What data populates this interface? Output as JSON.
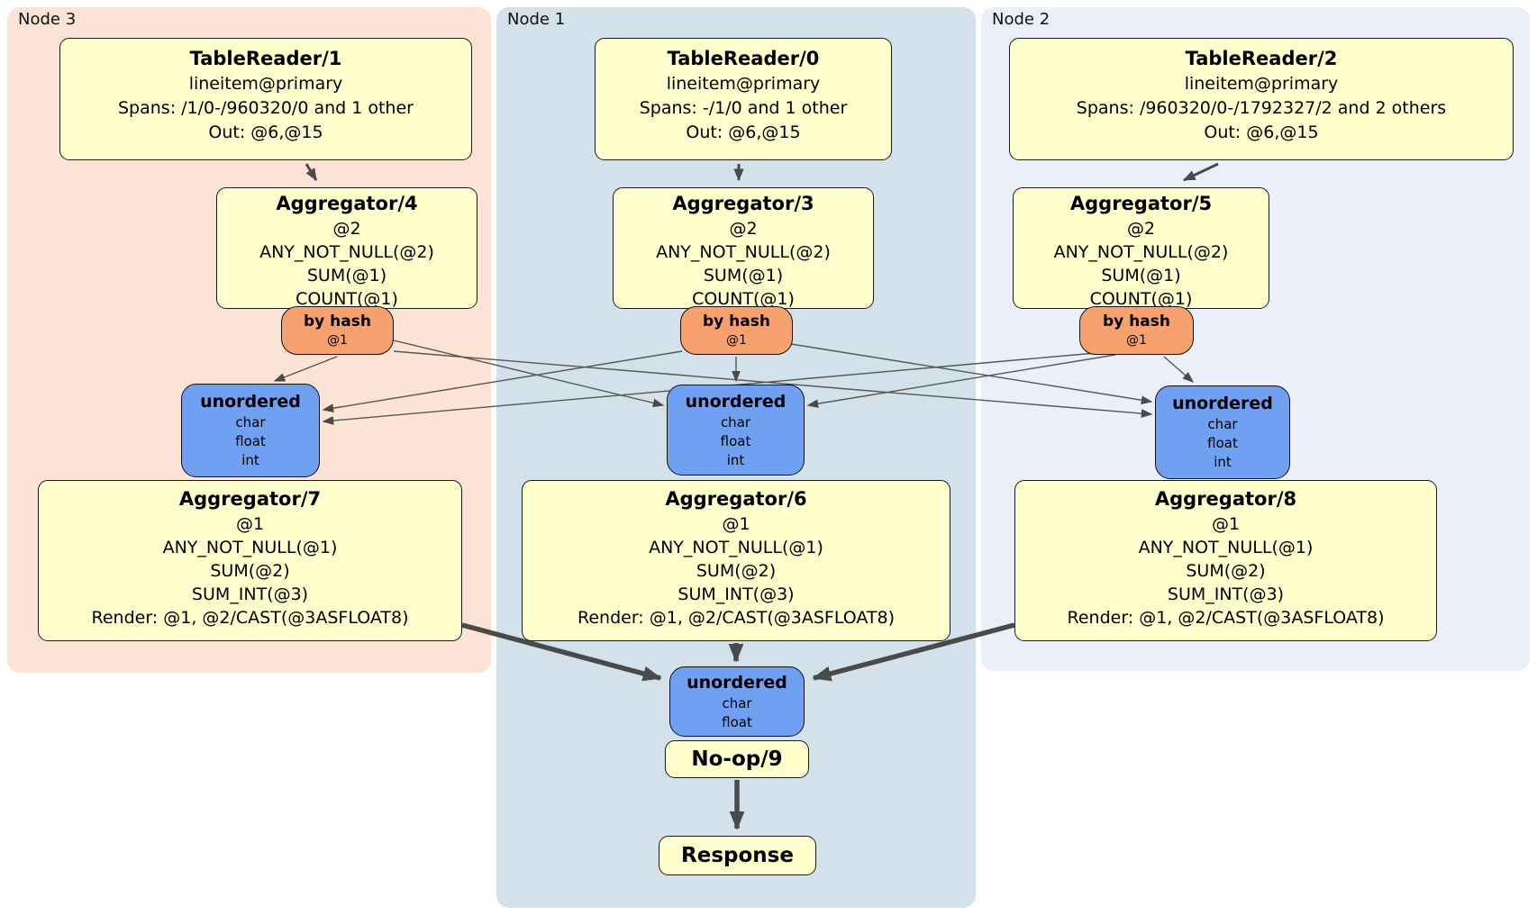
{
  "colors": {
    "panel_node3_bg": "#fce3d6",
    "panel_node1_bg": "#d3e1ea",
    "panel_node2_bg": "#eaeffa",
    "processor_box_bg": "#ffffcd",
    "router_bg": "#f7a26e",
    "sync_bg": "#70a0f2",
    "edge": "#4a4a4a"
  },
  "node3": {
    "label": "Node 3",
    "table_reader": {
      "title": "TableReader/1",
      "lines": [
        "lineitem@primary",
        "Spans: /1/0-/960320/0 and 1 other",
        "Out: @6,@15"
      ]
    },
    "aggregator_top": {
      "title": "Aggregator/4",
      "lines": [
        "@2",
        "ANY_NOT_NULL(@2)",
        "SUM(@1)",
        "COUNT(@1)"
      ]
    },
    "router": {
      "title": "by hash",
      "key": "@1"
    },
    "sync": {
      "title": "unordered",
      "lines": [
        "char",
        "float",
        "int"
      ]
    },
    "aggregator_bottom": {
      "title": "Aggregator/7",
      "lines": [
        "@1",
        "ANY_NOT_NULL(@1)",
        "SUM(@2)",
        "SUM_INT(@3)",
        "Render: @1, @2/CAST(@3ASFLOAT8)"
      ]
    }
  },
  "node1": {
    "label": "Node 1",
    "table_reader": {
      "title": "TableReader/0",
      "lines": [
        "lineitem@primary",
        "Spans: -/1/0 and 1 other",
        "Out: @6,@15"
      ]
    },
    "aggregator_top": {
      "title": "Aggregator/3",
      "lines": [
        "@2",
        "ANY_NOT_NULL(@2)",
        "SUM(@1)",
        "COUNT(@1)"
      ]
    },
    "router": {
      "title": "by hash",
      "key": "@1"
    },
    "sync": {
      "title": "unordered",
      "lines": [
        "char",
        "float",
        "int"
      ]
    },
    "aggregator_bottom": {
      "title": "Aggregator/6",
      "lines": [
        "@1",
        "ANY_NOT_NULL(@1)",
        "SUM(@2)",
        "SUM_INT(@3)",
        "Render: @1, @2/CAST(@3ASFLOAT8)"
      ]
    }
  },
  "node2": {
    "label": "Node 2",
    "table_reader": {
      "title": "TableReader/2",
      "lines": [
        "lineitem@primary",
        "Spans: /960320/0-/1792327/2 and 2 others",
        "Out: @6,@15"
      ]
    },
    "aggregator_top": {
      "title": "Aggregator/5",
      "lines": [
        "@2",
        "ANY_NOT_NULL(@2)",
        "SUM(@1)",
        "COUNT(@1)"
      ]
    },
    "router": {
      "title": "by hash",
      "key": "@1"
    },
    "sync": {
      "title": "unordered",
      "lines": [
        "char",
        "float",
        "int"
      ]
    },
    "aggregator_bottom": {
      "title": "Aggregator/8",
      "lines": [
        "@1",
        "ANY_NOT_NULL(@1)",
        "SUM(@2)",
        "SUM_INT(@3)",
        "Render: @1, @2/CAST(@3ASFLOAT8)"
      ]
    }
  },
  "output": {
    "sync": {
      "title": "unordered",
      "lines": [
        "char",
        "float"
      ]
    },
    "noop_title": "No-op/9",
    "response_title": "Response"
  }
}
